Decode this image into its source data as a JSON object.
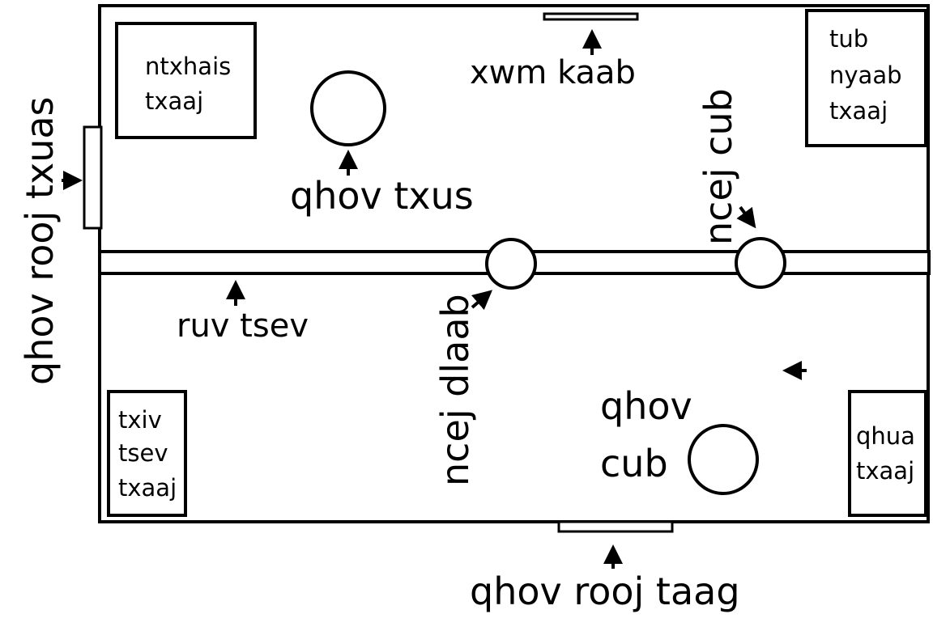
{
  "diagram": {
    "line_color": "#000000",
    "background": "#ffffff",
    "labels": {
      "side_door": "qhov rooj txuas",
      "window": "xwm kaab",
      "sink_1": "qhov txus",
      "shelf": "ruv tsev",
      "hot_tap": "ncej cub",
      "cold_tap": "ncej dlaab",
      "stove": "qhov cub",
      "stove_line1": "qhov",
      "stove_line2": "cub",
      "front_door": "qhov rooj taag"
    },
    "tables": {
      "top_left": [
        "ntxhais",
        "txaaj"
      ],
      "top_right": [
        "tub",
        "nyaab",
        "txaaj"
      ],
      "bottom_left": [
        "txiv",
        "tsev",
        "txaaj"
      ],
      "bottom_right": [
        "qhua",
        "txaaj"
      ]
    }
  }
}
